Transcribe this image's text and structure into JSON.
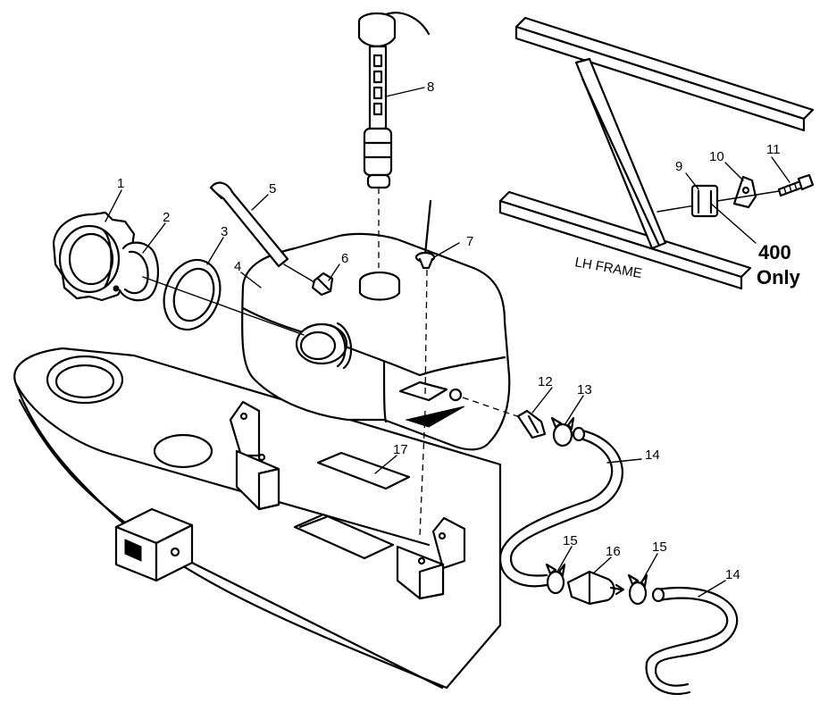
{
  "callouts": {
    "c1": "1",
    "c2": "2",
    "c3": "3",
    "c4": "4",
    "c5": "5",
    "c6": "6",
    "c7": "7",
    "c8": "8",
    "c9": "9",
    "c10": "10",
    "c11": "11",
    "c12": "12",
    "c13": "13",
    "c14a": "14",
    "c14b": "14",
    "c15a": "15",
    "c15b": "15",
    "c16": "16",
    "c17": "17"
  },
  "frame_label": "LH FRAME",
  "note": {
    "line1": "400",
    "line2": "Only"
  }
}
